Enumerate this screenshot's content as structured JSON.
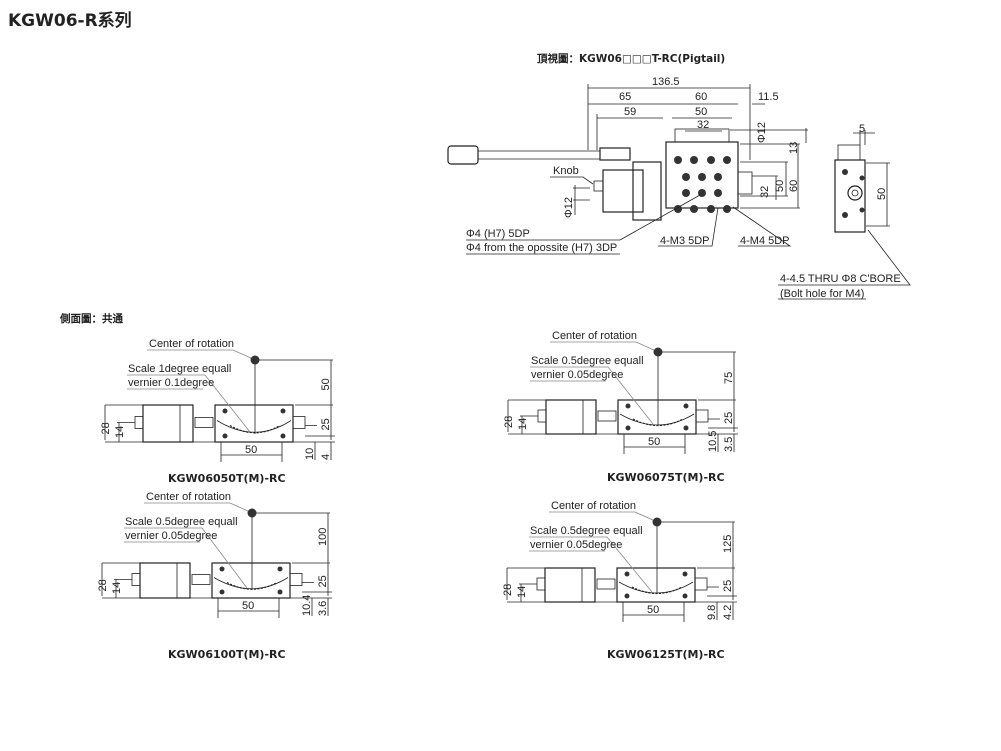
{
  "title": "KGW06-R系列",
  "top_view": {
    "heading": "頂視圖：KGW06□□□T-RC(Pigtail)",
    "dims": {
      "total": "136.5",
      "left": "65",
      "mid": "60",
      "right": "11.5",
      "motor": "59",
      "fifty": "50",
      "thirtytwo": "32",
      "phi12_top": "Φ12",
      "thirteen": "13",
      "v32": "32",
      "v50": "50",
      "v60": "60",
      "phi12_knob": "Φ12",
      "side5": "5",
      "side50": "50"
    },
    "labels": {
      "knob": "Knob",
      "pin1": "Φ4 (H7) 5DP",
      "pin2": "Φ4 from the opossite (H7) 3DP",
      "m3": "4-M3 5DP",
      "m4": "4-M4 5DP",
      "bolt1": "4-4.5 THRU Φ8 C'BORE",
      "bolt2": "(Bolt hole for M4)"
    }
  },
  "side_heading": "側面圖：共通",
  "side_views": [
    {
      "model": "KGW06050T(M)-RC",
      "center": "Center of rotation",
      "scale": "Scale 1degree equall",
      "vernier": "vernier 0.1degree",
      "h28": "28",
      "h14": "14",
      "w50": "50",
      "rc": "50",
      "r25": "25",
      "b1": "10",
      "b2": "4"
    },
    {
      "model": "KGW06075T(M)-RC",
      "center": "Center of rotation",
      "scale": "Scale 0.5degree equall",
      "vernier": "vernier 0.05degree",
      "h28": "28",
      "h14": "14",
      "w50": "50",
      "rc": "75",
      "r25": "25",
      "b1": "10.5",
      "b2": "3.5"
    },
    {
      "model": "KGW06100T(M)-RC",
      "center": "Center of rotation",
      "scale": "Scale 0.5degree equall",
      "vernier": "vernier 0.05degree",
      "h28": "28",
      "h14": "14",
      "w50": "50",
      "rc": "100",
      "r25": "25",
      "b1": "10.4",
      "b2": "3.6"
    },
    {
      "model": "KGW06125T(M)-RC",
      "center": "Center of rotation",
      "scale": "Scale 0.5degree equall",
      "vernier": "vernier 0.05degree",
      "h28": "28",
      "h14": "14",
      "w50": "50",
      "rc": "125",
      "r25": "25",
      "b1": "9.8",
      "b2": "4.2"
    }
  ]
}
